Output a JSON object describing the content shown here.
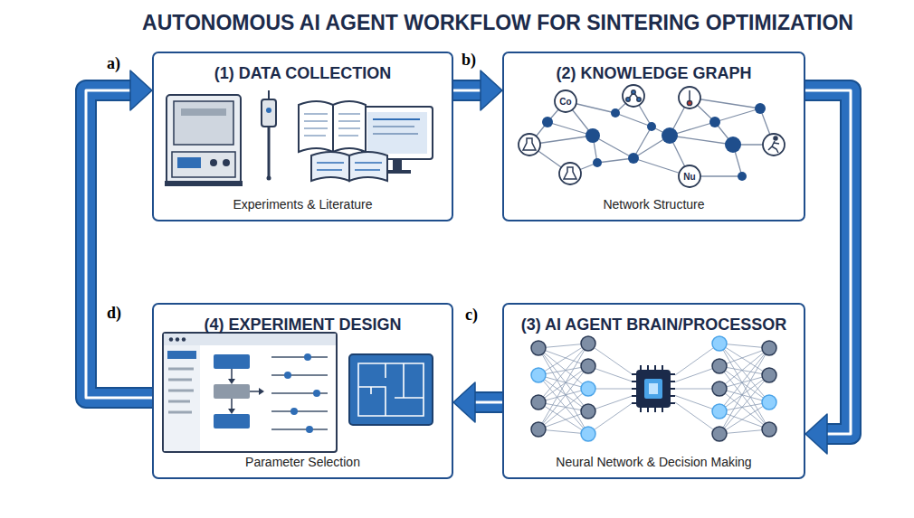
{
  "diagram": {
    "title": "AUTONOMOUS AI AGENT WORKFLOW FOR SINTERING OPTIMIZATION",
    "nodes": [
      {
        "text": [
          "(1) DATA COLLECTION",
          "Experiments & Literature"
        ]
      },
      {
        "text": [
          "(2) KNOWLEDGE GRAPH",
          "Network Structure"
        ]
      },
      {
        "text": [
          "(3) AI AGENT BRAIN/PROCESSOR",
          "Neural Network & Decision Making"
        ]
      },
      {
        "text": [
          "(4) EXPERIMENT DESIGN",
          "Parameter Selection"
        ]
      }
    ],
    "edges": [
      {
        "from": 0,
        "to": 1,
        "arrow": "to"
      },
      {
        "from": 1,
        "to": 2,
        "arrow": "to"
      },
      {
        "from": 2,
        "to": 3,
        "arrow": "to"
      },
      {
        "from": 3,
        "to": 0,
        "arrow": "to"
      }
    ],
    "labels": [
      "a)",
      "b)",
      "c)",
      "d)",
      "Co",
      "Nu"
    ]
  }
}
